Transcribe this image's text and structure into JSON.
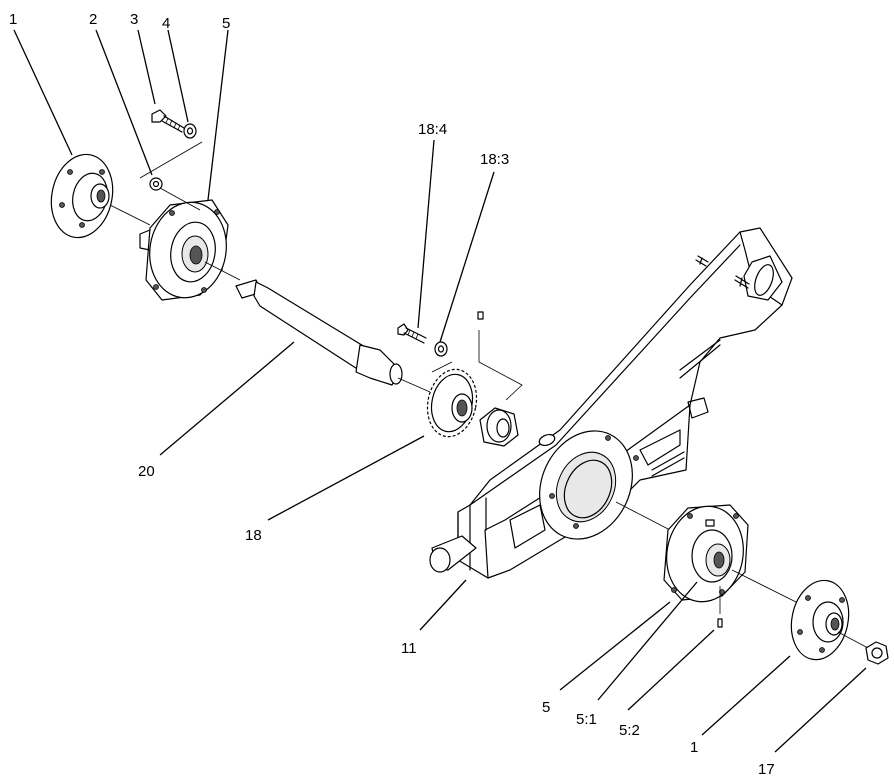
{
  "callouts": {
    "c1_top": "1",
    "c2": "2",
    "c3": "3",
    "c4": "4",
    "c5_top": "5",
    "c18_4": "18:4",
    "c18_3": "18:3",
    "c20": "20",
    "c18": "18",
    "c11": "11",
    "c5_bottom": "5",
    "c5_1": "5:1",
    "c5_2": "5:2",
    "c1_bottom": "1",
    "c17": "17"
  }
}
